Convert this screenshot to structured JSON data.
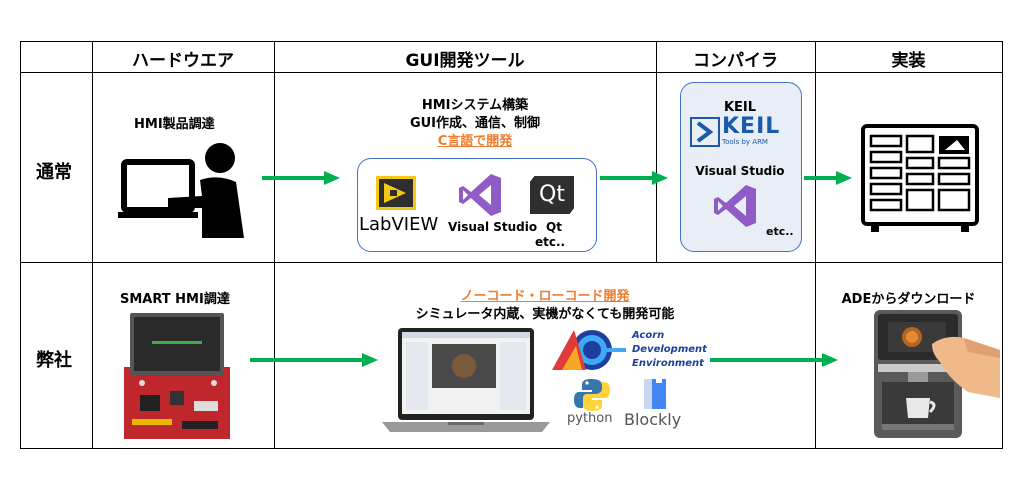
{
  "headers": {
    "hardware": "ハードウエア",
    "gui_tool": "GUI開発ツール",
    "compiler": "コンパイラ",
    "implementation": "実装"
  },
  "rows": {
    "normal": {
      "label": "通常",
      "hardware_title": "HMI製品調達",
      "gui_line1": "HMIシステム構築",
      "gui_line2": "GUI作成、通信、制御",
      "gui_line3": "C言語で開発",
      "tools": {
        "labview": "LabVIEW",
        "visual_studio": "Visual Studio",
        "qt_logo": "Qt",
        "qt": "Qt",
        "etc": "etc.."
      },
      "compiler": {
        "keil_title": "KEIL",
        "keil_logo": "KEIL",
        "keil_sub": "Tools by ARM",
        "visual_studio": "Visual Studio",
        "etc": "etc.."
      }
    },
    "ours": {
      "label": "弊社",
      "hardware_title": "SMART HMI調達",
      "gui_line1": "ノーコード・ローコード開発",
      "gui_line2": "シミュレータ内蔵、実機がなくても開発可能",
      "acorn": [
        "Acorn",
        "Development",
        "Environment"
      ],
      "python": "python",
      "blockly": "Blockly",
      "implementation_title": "ADEからダウンロード"
    }
  },
  "colors": {
    "arrow": "#00b050",
    "accent": "#ed7d31",
    "vs_purple": "#8e5cc4",
    "keil_blue": "#1a5aa8",
    "border": "#000000"
  },
  "icons": [
    "person-at-laptop-icon",
    "labview-icon",
    "visual-studio-icon",
    "qt-icon",
    "keil-icon",
    "control-panel-icon",
    "hmi-board-icon",
    "laptop-icon",
    "acorn-logo-icon",
    "python-icon",
    "blockly-icon",
    "coffee-machine-icon"
  ]
}
